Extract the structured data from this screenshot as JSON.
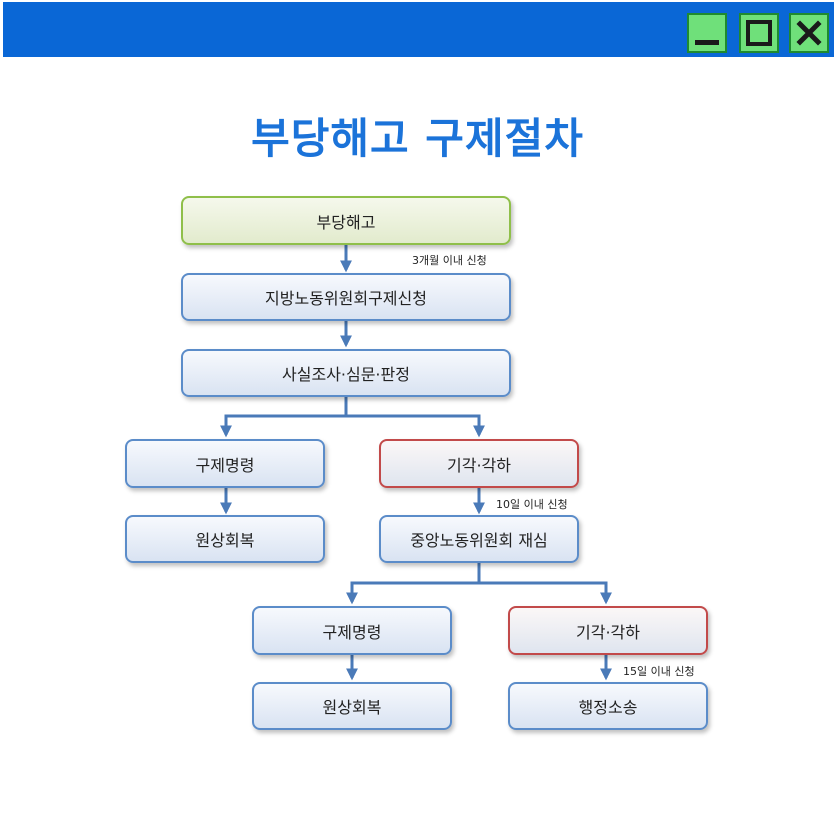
{
  "window": {
    "controls": [
      "minimize-icon",
      "maximize-icon",
      "close-icon"
    ],
    "titlebar_color": "#0a67d6",
    "control_color": "#6fe07a"
  },
  "title": "부당해고 구제절차",
  "flow": {
    "start": "부당해고",
    "step1_note": "3개월 이내 신청",
    "step1": "지방노동위원회구제신청",
    "step2": "사실조사·심문·판정",
    "left_order": "구제명령",
    "left_result": "원상회복",
    "right_decision": "기각·각하",
    "step3_note": "10일 이내 신청",
    "step3": "중앙노동위원회 재심",
    "second_left_order": "구제명령",
    "second_left_result": "원상회복",
    "second_right_decision": "기각·각하",
    "step4_note": "15일 이내 신청",
    "step4": "행정소송"
  },
  "colors": {
    "title": "#1b73d9",
    "box_border_blue": "#5b8cc9",
    "box_border_red": "#c24a4a",
    "box_border_green": "#8fbf4a",
    "connector": "#4a7ab8"
  }
}
